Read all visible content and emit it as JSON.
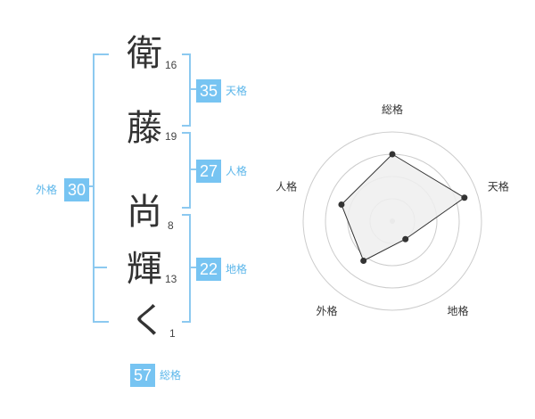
{
  "name_chars": [
    {
      "char": "衛",
      "strokes": "16"
    },
    {
      "char": "藤",
      "strokes": "19"
    },
    {
      "char": "尚",
      "strokes": "8"
    },
    {
      "char": "輝",
      "strokes": "13"
    },
    {
      "char": "く",
      "strokes": "1"
    }
  ],
  "kakusu": {
    "tenkaku": {
      "value": "35",
      "label": "天格"
    },
    "jinkaku": {
      "value": "27",
      "label": "人格"
    },
    "chikaku": {
      "value": "22",
      "label": "地格"
    },
    "gaikaku": {
      "value": "30",
      "label": "外格"
    },
    "soukaku": {
      "value": "57",
      "label": "総格"
    }
  },
  "chart_data": {
    "type": "radar",
    "axes": [
      "総格",
      "天格",
      "地格",
      "外格",
      "人格"
    ],
    "values": [
      0.75,
      0.85,
      0.25,
      0.55,
      0.6
    ],
    "range": [
      0,
      1
    ],
    "rings": 4,
    "color_fill": "#eeeeee",
    "color_line": "#333333"
  },
  "colors": {
    "accent": "#77c4f2",
    "bracket": "#8cc9f0"
  }
}
